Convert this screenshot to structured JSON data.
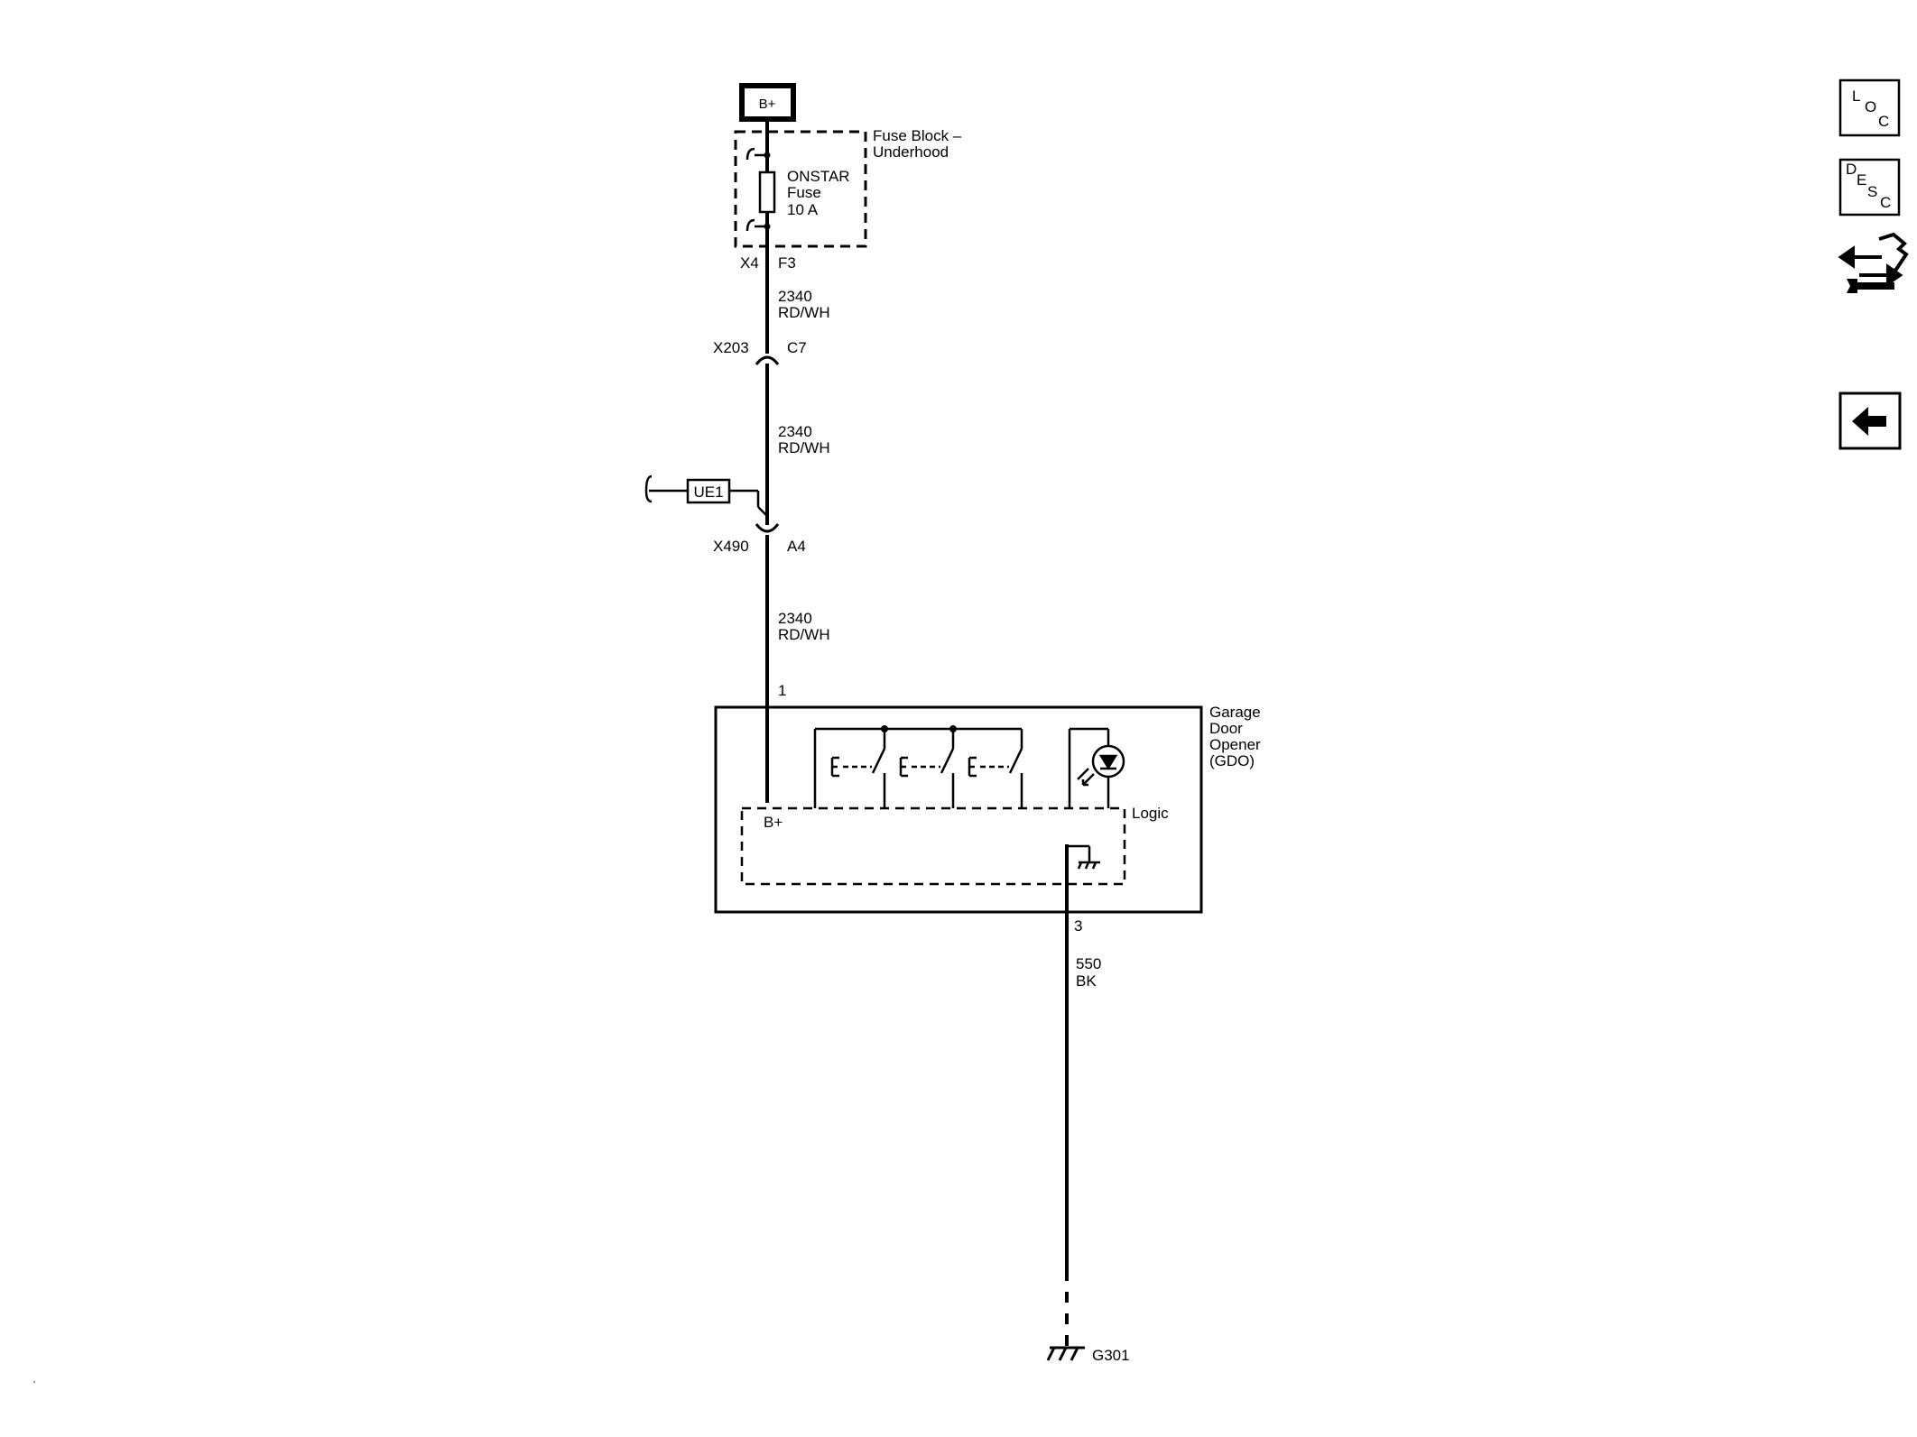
{
  "power_source": {
    "label": "B+"
  },
  "fuse_block": {
    "name": "Fuse Block – Underhood",
    "name_line1": "Fuse Block –",
    "name_line2": "Underhood"
  },
  "fuse": {
    "line1": "ONSTAR",
    "line2": "Fuse",
    "rating": "10 A",
    "connector": "X4",
    "pin": "F3"
  },
  "wire_segments": [
    {
      "circuit": "2340",
      "color": "RD/WH"
    },
    {
      "circuit": "2340",
      "color": "RD/WH"
    },
    {
      "circuit": "2340",
      "color": "RD/WH"
    }
  ],
  "inline_connectors": [
    {
      "id": "X203",
      "pin": "C7"
    },
    {
      "id": "X490",
      "pin": "A4"
    }
  ],
  "option_code": {
    "label": "UE1"
  },
  "module": {
    "name_lines": [
      "Garage",
      "Door",
      "Opener",
      "(GDO)"
    ],
    "pin_in": "1",
    "bplus": "B+",
    "logic": "Logic",
    "pin_out": "3"
  },
  "ground_wire": {
    "circuit": "550",
    "color": "BK"
  },
  "ground": {
    "id": "G301"
  },
  "nav": {
    "loc": {
      "l": "L",
      "o": "O",
      "c": "C"
    },
    "desc": {
      "d": "D",
      "e": "E",
      "s": "S",
      "c": "C"
    }
  }
}
